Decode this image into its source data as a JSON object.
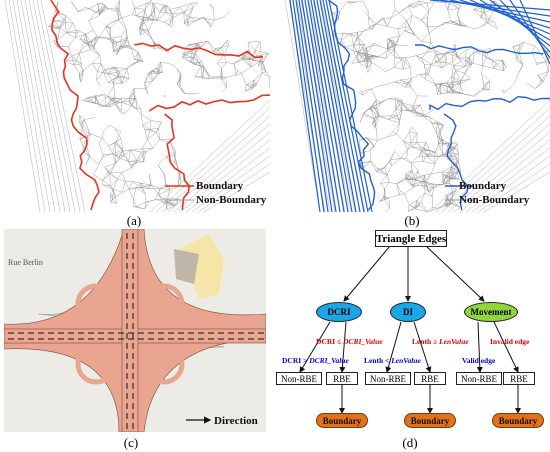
{
  "figure": {
    "captions": {
      "a": "(a)",
      "b": "(b)",
      "c": "(c)",
      "d": "(d)"
    },
    "panel_a": {
      "legend": {
        "boundary": "Boundary",
        "non_boundary": "Non-Boundary"
      },
      "colors": {
        "boundary": "#e8321e",
        "non_boundary": "#9a9a9a"
      }
    },
    "panel_b": {
      "legend": {
        "boundary": "Boundary",
        "non_boundary": "Non-Boundary"
      },
      "colors": {
        "boundary": "#1f5fd6",
        "non_boundary": "#9a9a9a"
      }
    },
    "panel_c": {
      "direction_label": "Direction",
      "map_label": "Rue Berlin",
      "colors": {
        "road": "#e9a58f",
        "green": "#c9ecc4",
        "background": "#ecebe6"
      }
    },
    "panel_d": {
      "root": "Triangle Edges",
      "criteria": [
        {
          "label": "DCRI",
          "color": "#1aa7e8",
          "left_rule": {
            "text": "DCRI > ",
            "italic": "DCRI_Value",
            "color": "#0000dd"
          },
          "right_rule": {
            "text": "DCRI ≤ ",
            "italic": "DCRI_Value",
            "color": "#dd0000"
          },
          "left_leaf": "Non-RBE",
          "right_leaf": "RBE",
          "result": "Boundary"
        },
        {
          "label": "DI",
          "color": "#1aa7e8",
          "left_rule": {
            "text": "Lenth < ",
            "italic": "LenValue",
            "color": "#0000dd"
          },
          "right_rule": {
            "text": "Lenth ≥ ",
            "italic": "LenValue",
            "color": "#dd0000"
          },
          "left_leaf": "Non-RBE",
          "right_leaf": "RBE",
          "result": "Boundary"
        },
        {
          "label": "Movement",
          "color": "#8fd63a",
          "left_rule": {
            "text": "Valid edge",
            "italic": "",
            "color": "#0000dd"
          },
          "right_rule": {
            "text": "Invalid edge",
            "italic": "",
            "color": "#dd0000"
          },
          "left_leaf": "Non-RBE",
          "right_leaf": "RBE",
          "result": "Boundary"
        }
      ]
    }
  }
}
